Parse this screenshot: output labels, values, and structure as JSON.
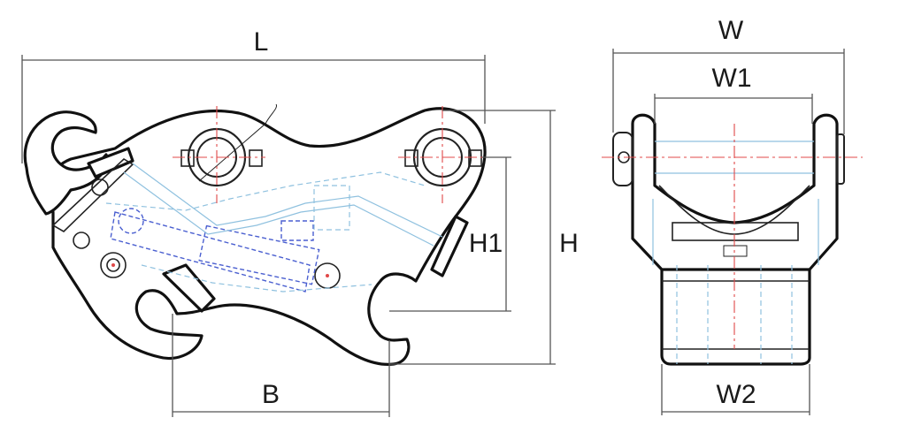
{
  "dimensions": {
    "length": "L",
    "width": "W",
    "width_1": "W1",
    "width_2": "W2",
    "height": "H",
    "height_1": "H1",
    "pin_spacing": "B"
  },
  "colors": {
    "outline": "#111111",
    "hidden_lines": "#8fc1df",
    "internal_parts": "#4a5fd0",
    "center_lines": "#e04848",
    "dimension_lines": "#555555"
  }
}
